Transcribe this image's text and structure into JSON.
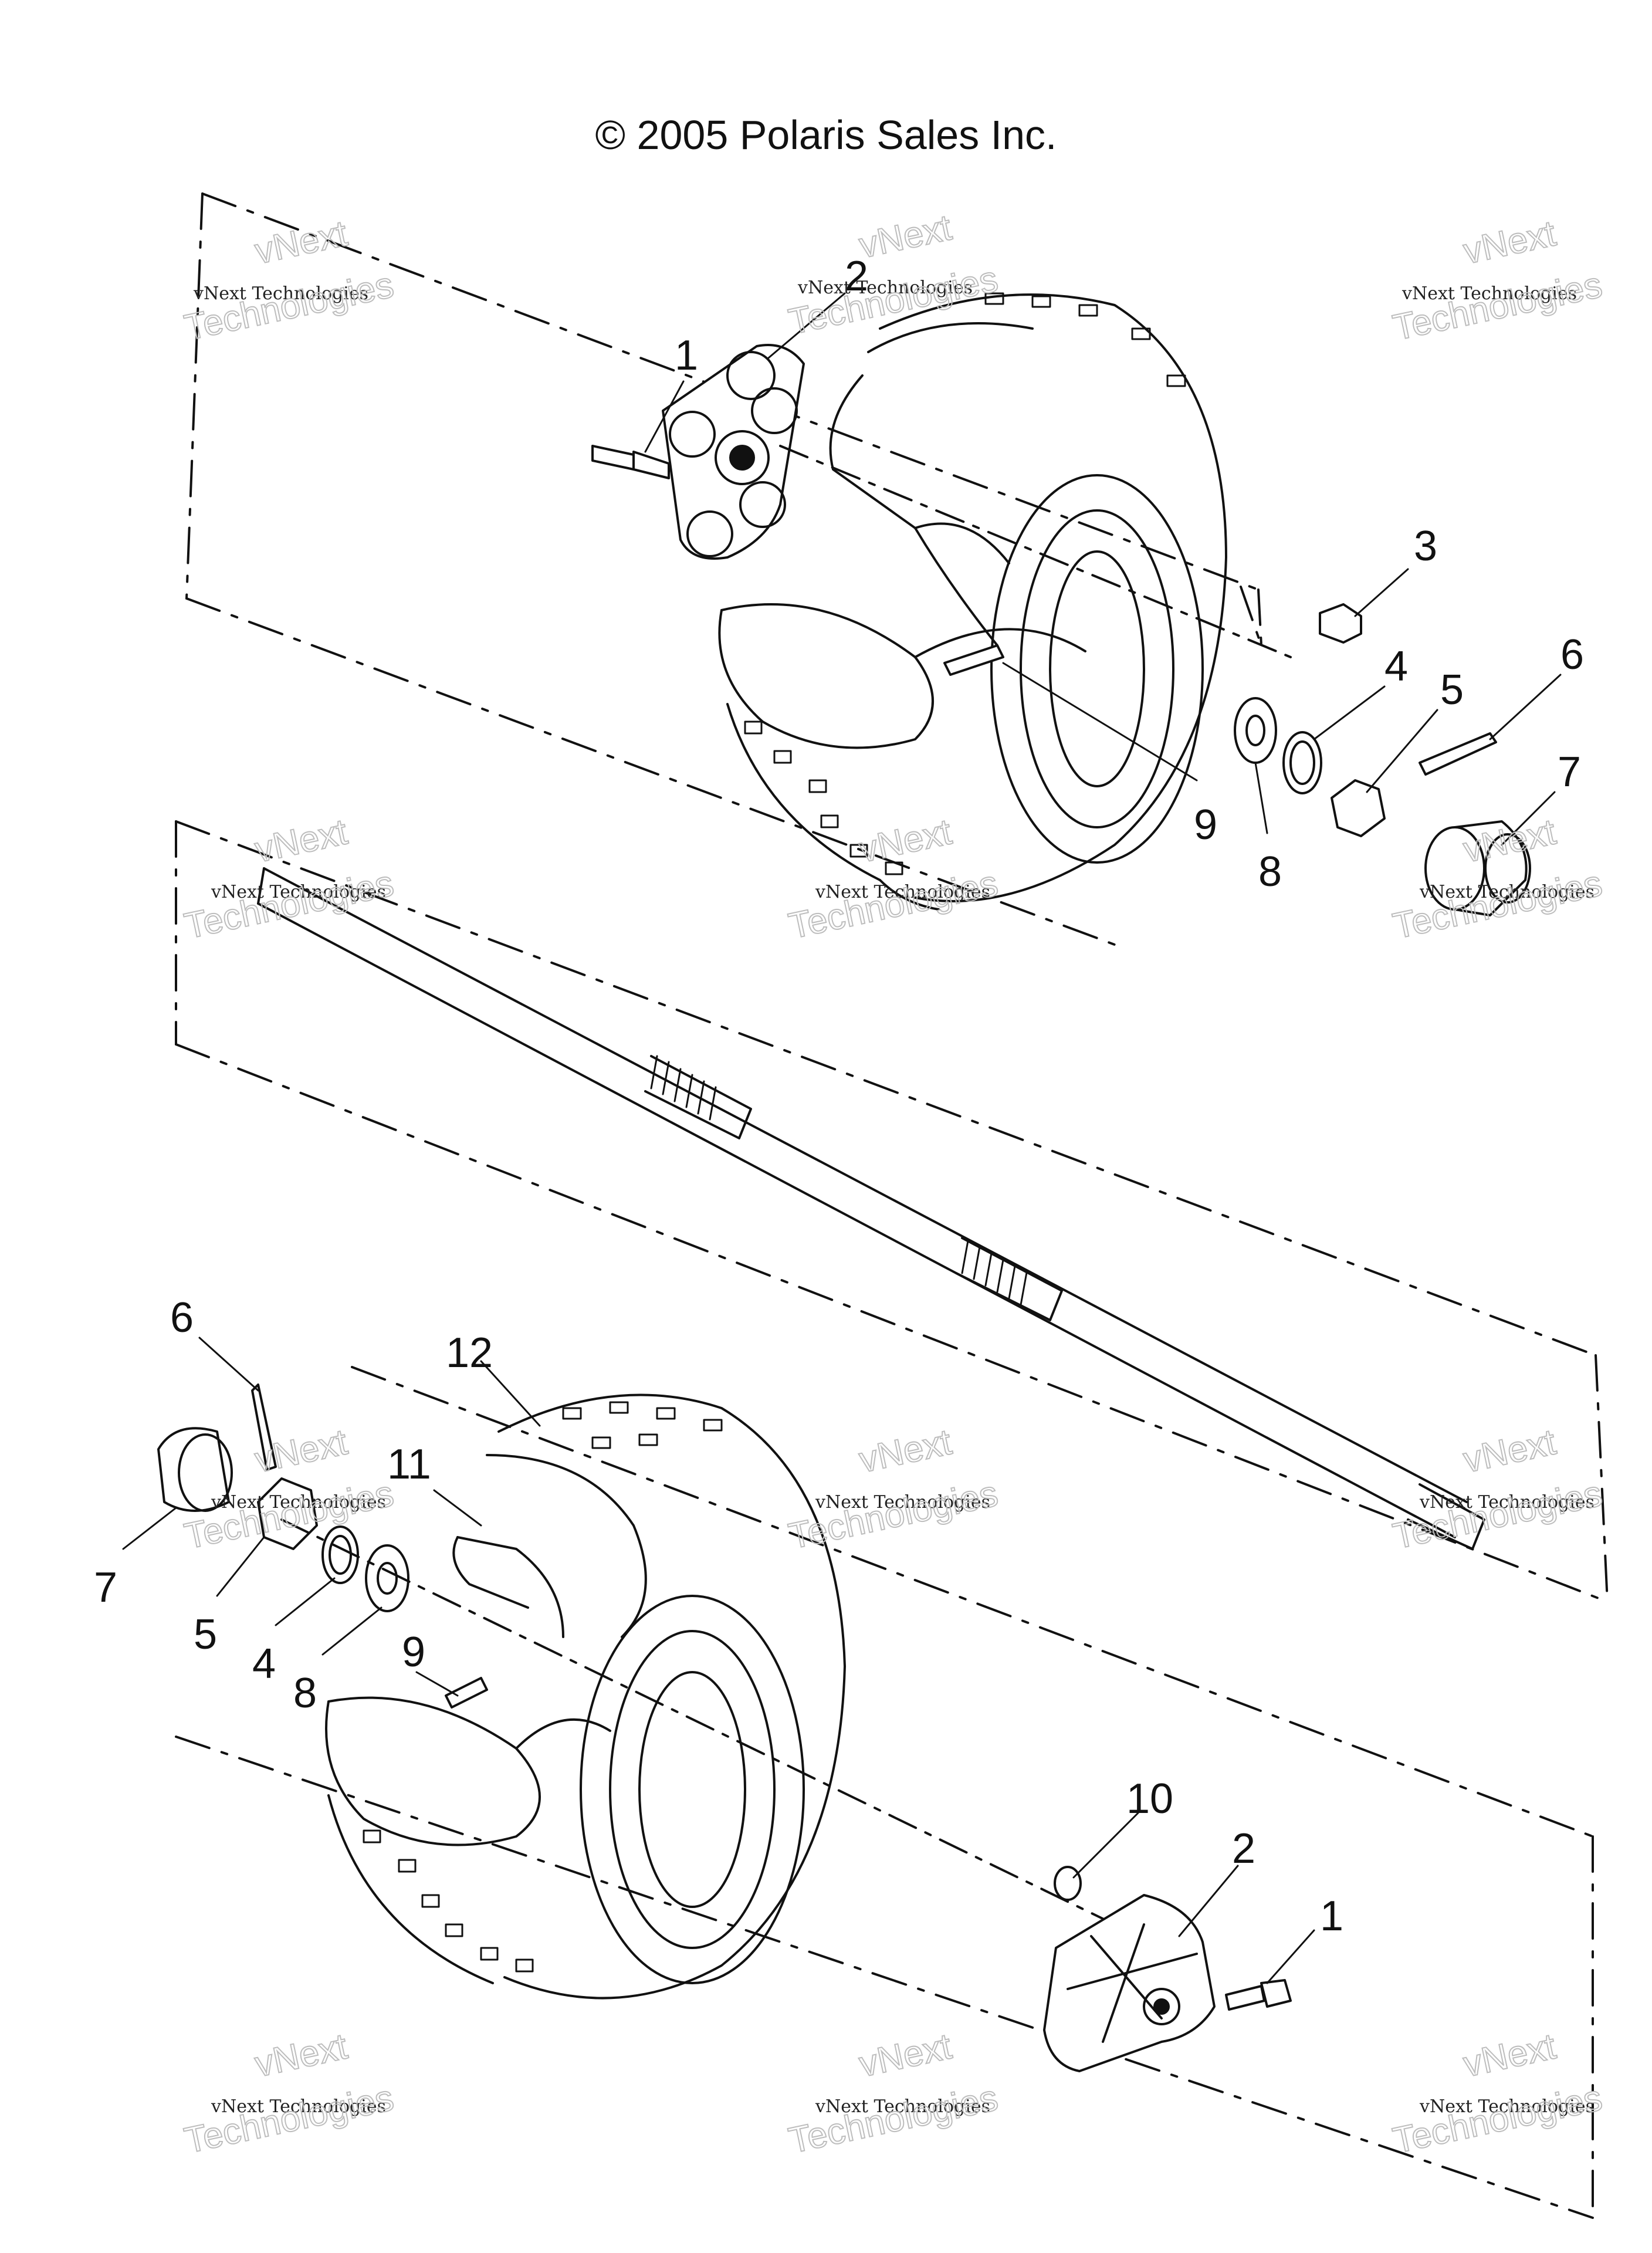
{
  "copyright": "© 2005 Polaris Sales Inc.",
  "watermark": {
    "line1": "vNext",
    "line2": "vNext Technologies",
    "line3": "Technologies"
  },
  "callouts": {
    "top_1": "1",
    "top_2": "2",
    "top_3": "3",
    "top_4": "4",
    "top_5": "5",
    "top_6": "6",
    "top_7": "7",
    "top_8": "8",
    "top_9": "9",
    "bot_6": "6",
    "bot_12": "12",
    "bot_11": "11",
    "bot_7": "7",
    "bot_5": "5",
    "bot_4": "4",
    "bot_8": "8",
    "bot_9": "9",
    "bot_10": "10",
    "bot_2": "2",
    "bot_1": "1"
  },
  "colors": {
    "ink": "#111111",
    "watermark": "#bdbdbd",
    "background": "#ffffff"
  }
}
